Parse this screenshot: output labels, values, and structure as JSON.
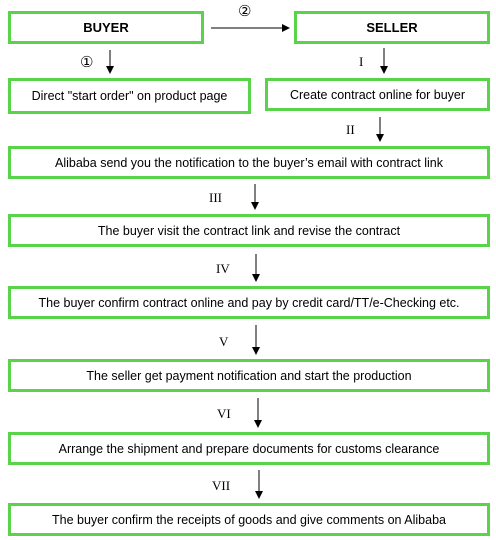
{
  "nodes": {
    "buyer": "BUYER",
    "seller": "SELLER",
    "start_order": "Direct \"start order\" on product page",
    "create_contract": "Create contract online for buyer",
    "notification": "Alibaba send you the notification to the buyer’s email with contract link",
    "revise_contract": "The buyer visit the contract link and revise the contract",
    "confirm_pay": "The buyer confirm contract online and pay by credit card/TT/e-Checking etc.",
    "start_production": "The seller get payment notification and start the production",
    "arrange_shipment": "Arrange the shipment and prepare documents for customs clearance",
    "confirm_receipt": "The buyer confirm the receipts of goods and give comments on Alibaba"
  },
  "step_labels": {
    "buyer_to_seller": "②",
    "buyer_down": "①",
    "seller_down": "I",
    "s2": "II",
    "s3": "III",
    "s4": "IV",
    "s5": "V",
    "s6": "VI",
    "s7": "VII"
  },
  "colors": {
    "box_border": "#59d34a",
    "arrow": "#000000"
  }
}
